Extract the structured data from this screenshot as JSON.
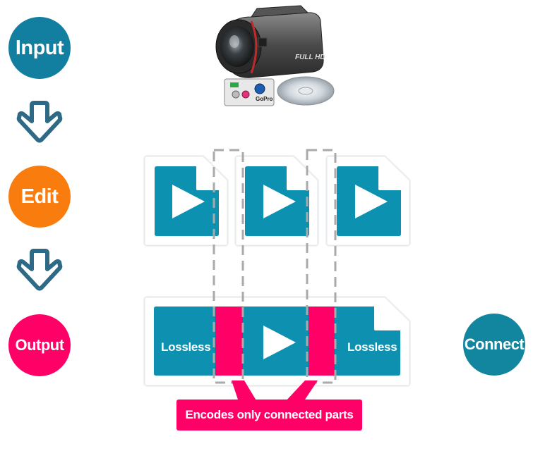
{
  "steps": {
    "input_label": "Input",
    "edit_label": "Edit",
    "output_label": "Output"
  },
  "connect_label": "Connect",
  "camera_text": {
    "brand": "GoPro",
    "badge": "FULL HD"
  },
  "output_segments": {
    "left_label": "Lossless",
    "right_label": "Lossless"
  },
  "callout_label": "Encodes only connected parts",
  "colors": {
    "input": "#127ea0",
    "edit": "#f97c0e",
    "output": "#ff0066",
    "connect": "#12859f",
    "file_teal": "#0e91b0",
    "arrow": "#2e6a86",
    "encoded_pink": "#ff0066",
    "dashed_gray": "#aaaaaa"
  },
  "icons": [
    "arrow-down-icon",
    "video-camera-icon",
    "disc-icon",
    "play-icon"
  ]
}
